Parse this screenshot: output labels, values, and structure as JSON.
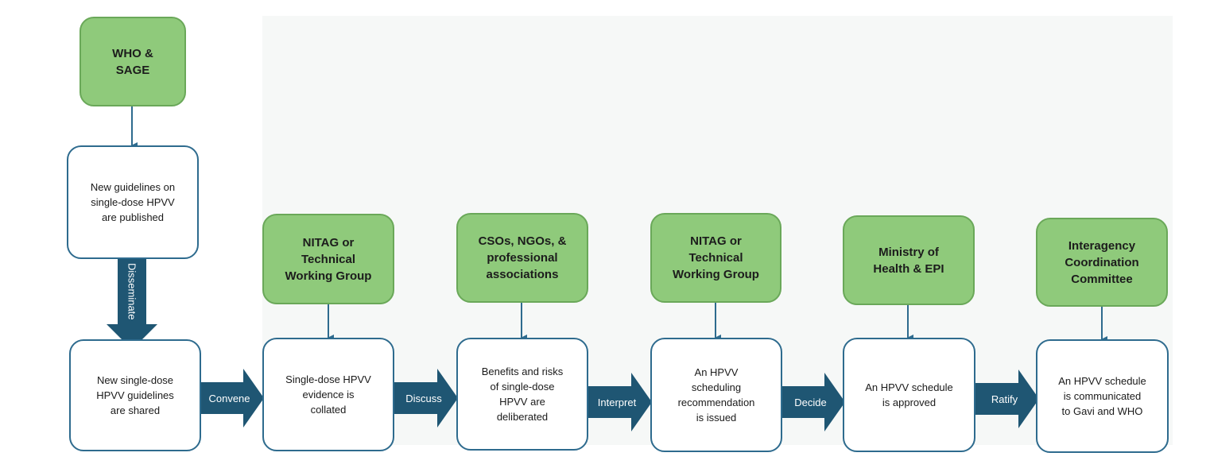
{
  "actors": [
    {
      "id": "who",
      "label": "WHO &\nSAGE"
    },
    {
      "id": "nitag1",
      "label": "NITAG or\nTechnical\nWorking Group"
    },
    {
      "id": "csos",
      "label": "CSOs, NGOs, &\nprofessional\nassociations"
    },
    {
      "id": "nitag2",
      "label": "NITAG or\nTechnical\nWorking Group"
    },
    {
      "id": "moh",
      "label": "Ministry of\nHealth & EPI"
    },
    {
      "id": "icc",
      "label": "Interagency\nCoordination\nCommittee"
    }
  ],
  "steps": [
    {
      "id": "published",
      "label": "New guidelines on\nsingle-dose HPVV\nare published"
    },
    {
      "id": "shared",
      "label": "New single-dose\nHPVV guidelines\nare shared"
    },
    {
      "id": "collated",
      "label": "Single-dose HPVV\nevidence is\ncollated"
    },
    {
      "id": "deliberated",
      "label": "Benefits and risks\nof single-dose\nHPVV are\ndeliberated"
    },
    {
      "id": "issued",
      "label": "An HPVV\nscheduling\nrecommendation\nis issued"
    },
    {
      "id": "approved",
      "label": "An HPVV schedule\nis approved"
    },
    {
      "id": "communicated",
      "label": "An HPVV schedule\nis communicated\nto Gavi and WHO"
    }
  ],
  "arrows": {
    "disseminate": "Disseminate",
    "convene": "Convene",
    "discuss": "Discuss",
    "interpret": "Interpret",
    "decide": "Decide",
    "ratify": "Ratify"
  },
  "colors": {
    "actor_fill": "#8fca7b",
    "actor_border": "#6aa859",
    "step_border": "#2e6b8e",
    "arrow_fill": "#1f5673",
    "connector": "#2e6b8e"
  }
}
